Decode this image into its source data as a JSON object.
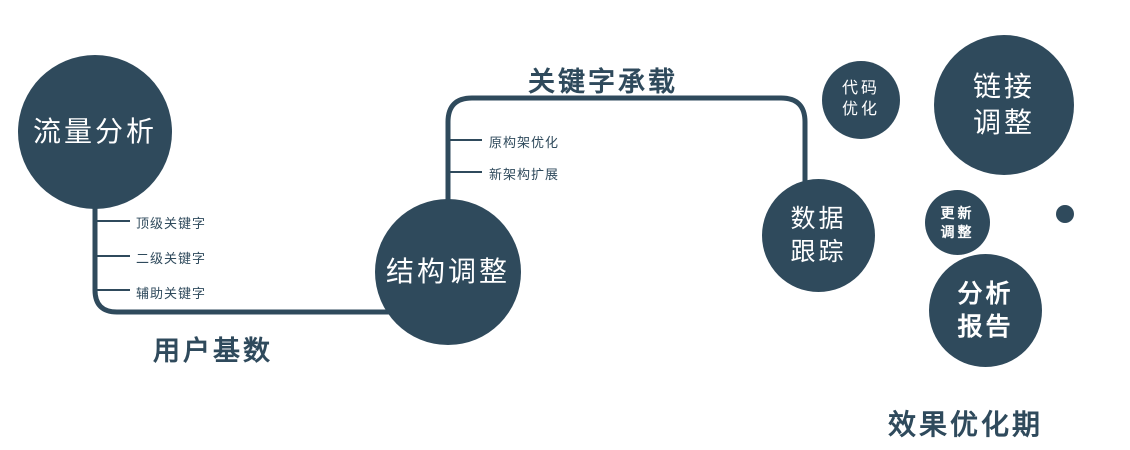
{
  "colors": {
    "background": "#ffffff",
    "circle": "#2f4a5c",
    "line": "#2f4a5c",
    "label": "#2f4a5c",
    "node_text": "#ffffff"
  },
  "nodes": {
    "traffic": {
      "label": "流量分析"
    },
    "structure": {
      "label": "结构调整"
    },
    "data_tracking": {
      "line1": "数据",
      "line2": "跟踪"
    },
    "code_optimization": {
      "line1": "代码",
      "line2": "优化"
    },
    "link_adjustment": {
      "line1": "链接",
      "line2": "调整"
    },
    "update_adjustment": {
      "line1": "更新",
      "line2": "调整"
    },
    "analysis_report": {
      "line1": "分析",
      "line2": "报告"
    }
  },
  "edges": {
    "user_base": "用户基数",
    "keyword_carry": "关键字承载"
  },
  "branches": {
    "left": [
      "顶级关键字",
      "二级关键字",
      "辅助关键字"
    ],
    "middle": [
      "原构架优化",
      "新架构扩展"
    ]
  },
  "footer": "效果优化期"
}
